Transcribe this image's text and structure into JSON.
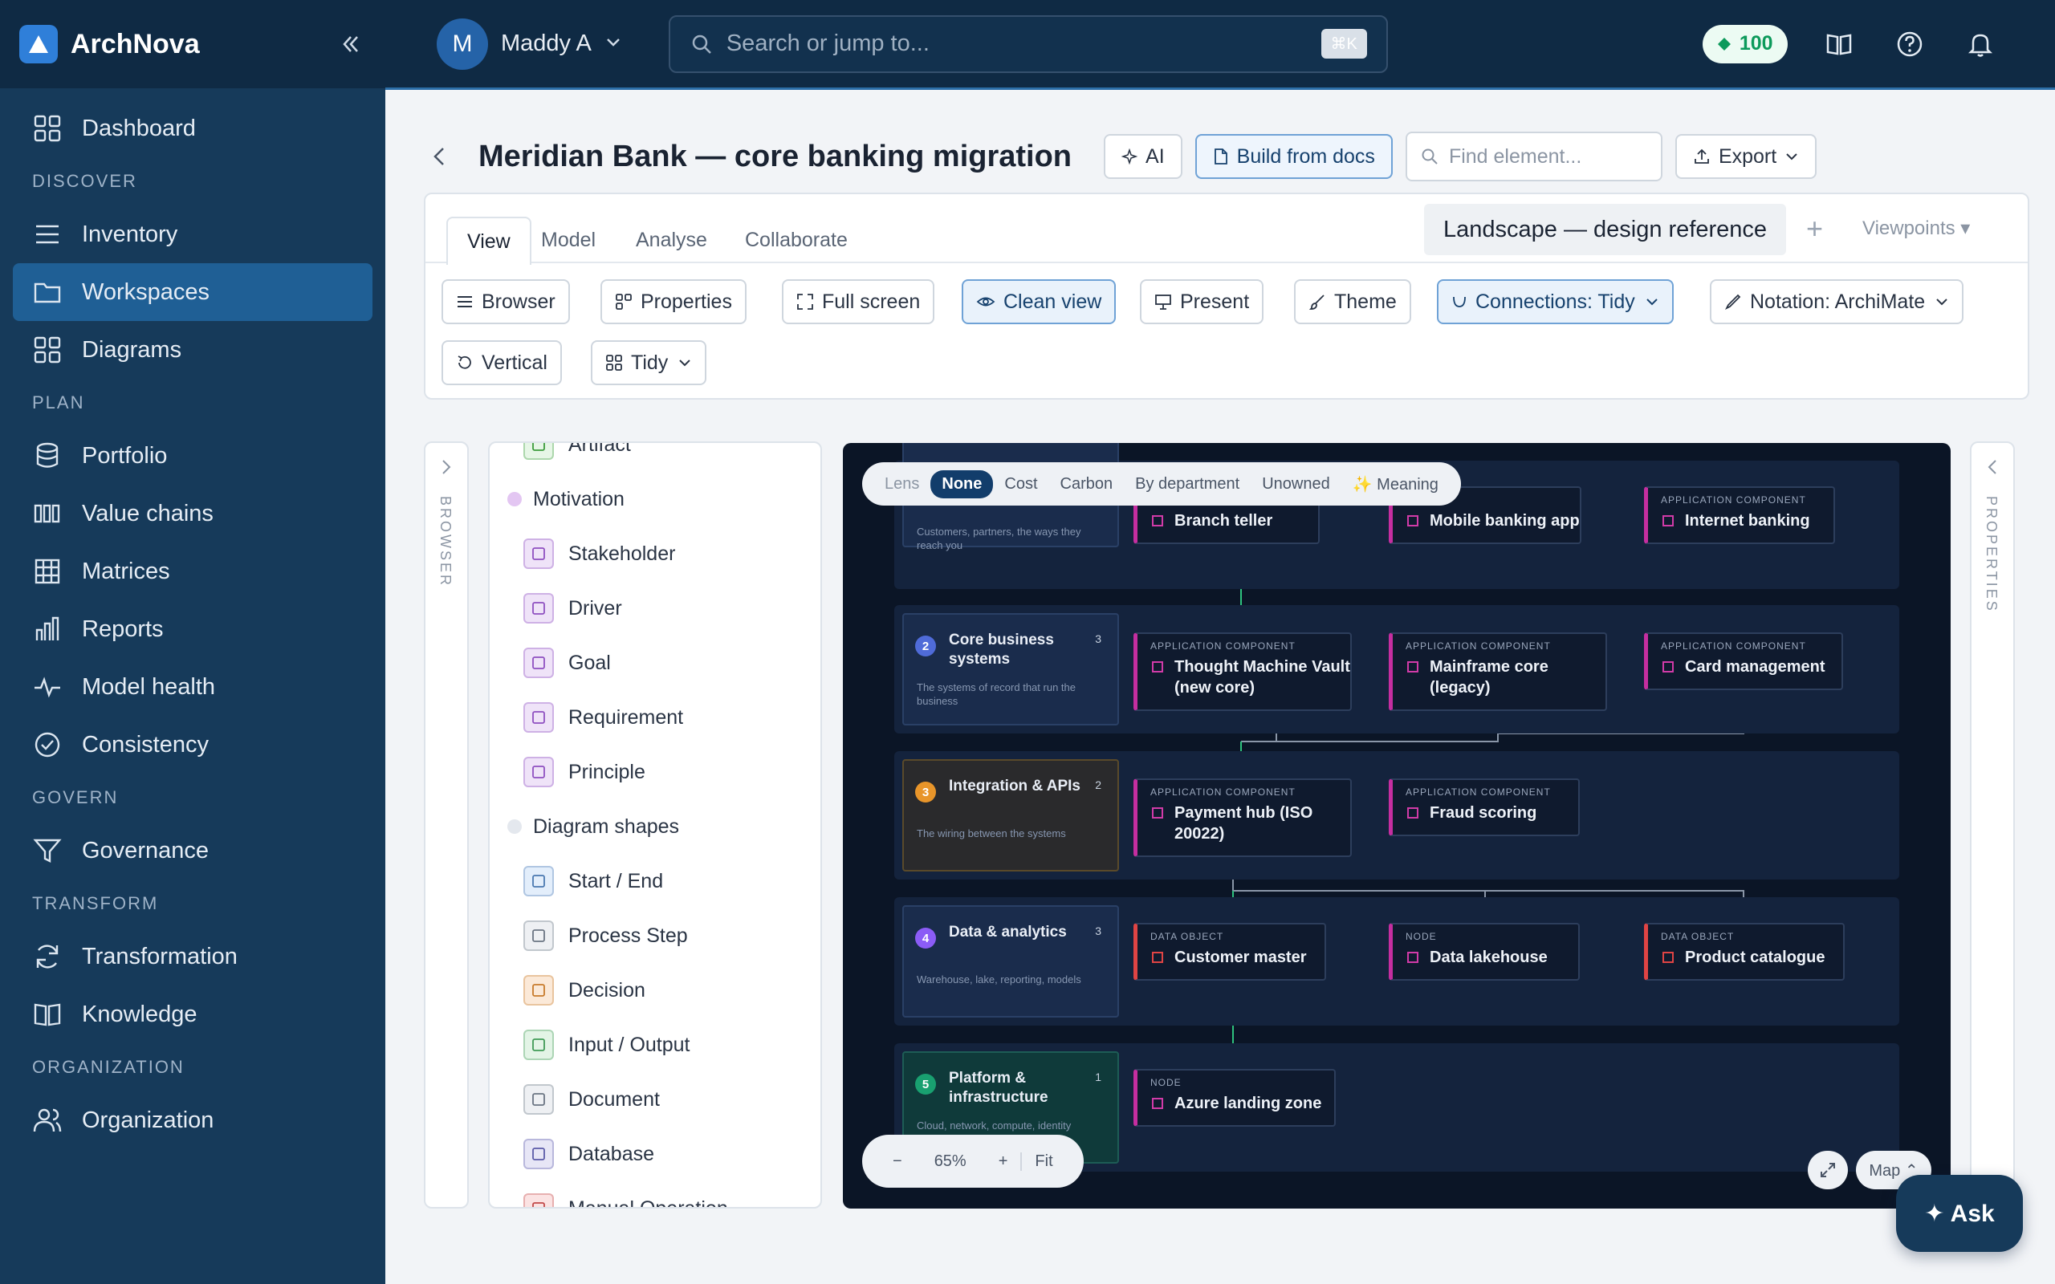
{
  "app": {
    "name": "ArchNova"
  },
  "sidebar": {
    "items": [
      {
        "label": "Dashboard",
        "icon": "dashboard-icon"
      },
      {
        "section": "DISCOVER"
      },
      {
        "label": "Inventory",
        "icon": "list-icon"
      },
      {
        "label": "Workspaces",
        "icon": "folder-icon",
        "active": true
      },
      {
        "label": "Diagrams",
        "icon": "grid-icon"
      },
      {
        "section": "PLAN"
      },
      {
        "label": "Portfolio",
        "icon": "database-icon"
      },
      {
        "label": "Value chains",
        "icon": "value-chain-icon"
      },
      {
        "label": "Matrices",
        "icon": "matrix-icon"
      },
      {
        "label": "Reports",
        "icon": "bar-chart-icon"
      },
      {
        "label": "Model health",
        "icon": "pulse-icon"
      },
      {
        "label": "Consistency",
        "icon": "check-circle-icon"
      },
      {
        "section": "GOVERN"
      },
      {
        "label": "Governance",
        "icon": "funnel-icon"
      },
      {
        "section": "TRANSFORM"
      },
      {
        "label": "Transformation",
        "icon": "refresh-icon"
      },
      {
        "label": "Knowledge",
        "icon": "book-icon"
      },
      {
        "section": "ORGANIZATION"
      },
      {
        "label": "Organization",
        "icon": "users-icon"
      }
    ]
  },
  "topbar": {
    "user_initial": "M",
    "user_name": "Maddy A",
    "search_placeholder": "Search or jump to...",
    "search_shortcut": "⌘K",
    "credits": "100"
  },
  "header": {
    "title": "Meridian Bank — core banking migration",
    "ai_label": "AI",
    "build_label": "Build from docs",
    "find_placeholder": "Find element...",
    "export_label": "Export"
  },
  "tabs": {
    "items": [
      "View",
      "Model",
      "Analyse",
      "Collaborate"
    ],
    "active": "View",
    "view_name": "Landscape — design reference",
    "viewpoints": "Viewpoints ▾"
  },
  "toolbar": {
    "browser": "Browser",
    "properties": "Properties",
    "fullscreen": "Full screen",
    "clean_view": "Clean view",
    "present": "Present",
    "theme": "Theme",
    "connections": "Connections: Tidy",
    "notation": "Notation: ArchiMate",
    "vertical": "Vertical",
    "tidy": "Tidy"
  },
  "rails": {
    "left": "BROWSER",
    "right": "PROPERTIES"
  },
  "palette": {
    "items": [
      {
        "label": "Artifact",
        "type": "item",
        "color": "#e6f6e6",
        "stroke": "#3a9a3a"
      },
      {
        "label": "Motivation",
        "type": "group",
        "color": "#e3c6f2"
      },
      {
        "label": "Stakeholder",
        "type": "item",
        "color": "#efe3f8",
        "stroke": "#8e4fc0"
      },
      {
        "label": "Driver",
        "type": "item",
        "color": "#efe3f8",
        "stroke": "#8e4fc0"
      },
      {
        "label": "Goal",
        "type": "item",
        "color": "#efe3f8",
        "stroke": "#8e4fc0"
      },
      {
        "label": "Requirement",
        "type": "item",
        "color": "#efe3f8",
        "stroke": "#8e4fc0"
      },
      {
        "label": "Principle",
        "type": "item",
        "color": "#efe3f8",
        "stroke": "#8e4fc0"
      },
      {
        "label": "Diagram shapes",
        "type": "group",
        "color": "#e4e8ee"
      },
      {
        "label": "Start / End",
        "type": "item",
        "color": "#e3eefb",
        "stroke": "#4a78b0"
      },
      {
        "label": "Process Step",
        "type": "item",
        "color": "#eef0f3",
        "stroke": "#6a7482"
      },
      {
        "label": "Decision",
        "type": "item",
        "color": "#fbe9d8",
        "stroke": "#c77a2a"
      },
      {
        "label": "Input / Output",
        "type": "item",
        "color": "#e3f4e6",
        "stroke": "#3f9a55"
      },
      {
        "label": "Document",
        "type": "item",
        "color": "#eef0f3",
        "stroke": "#6a7482"
      },
      {
        "label": "Database",
        "type": "item",
        "color": "#e7e6f6",
        "stroke": "#5b5aa8"
      },
      {
        "label": "Manual Operation",
        "type": "item",
        "color": "#fbe3e3",
        "stroke": "#c04848"
      }
    ]
  },
  "canvas": {
    "lens": {
      "label": "Lens",
      "options": [
        "None",
        "Cost",
        "Carbon",
        "By department",
        "Unowned",
        "✨ Meaning"
      ],
      "active": "None"
    },
    "zoom": {
      "minus": "−",
      "level": "65%",
      "plus": "+",
      "fit": "Fit"
    },
    "map_label": "Map ⌃",
    "lanes": [
      {
        "num": "",
        "title": "customers",
        "count": "",
        "desc": "Customers, partners, the ways they reach you",
        "color": "#4f6bd8"
      },
      {
        "num": "2",
        "title": "Core business systems",
        "count": "3",
        "desc": "The systems of record that run the business",
        "color": "#4f6bd8"
      },
      {
        "num": "3",
        "title": "Integration & APIs",
        "count": "2",
        "desc": "The wiring between the systems",
        "color": "#e8952a"
      },
      {
        "num": "4",
        "title": "Data & analytics",
        "count": "3",
        "desc": "Warehouse, lake, reporting, models",
        "color": "#8b5cf6"
      },
      {
        "num": "5",
        "title": "Platform & infrastructure",
        "count": "1",
        "desc": "Cloud, network, compute, identity",
        "color": "#19a070"
      }
    ],
    "nodes": [
      {
        "kind": "",
        "name": "Branch teller"
      },
      {
        "kind": "",
        "name": "Mobile banking app"
      },
      {
        "kind": "APPLICATION COMPONENT",
        "name": "Internet banking"
      },
      {
        "kind": "APPLICATION COMPONENT",
        "name": "Thought Machine Vault (new core)"
      },
      {
        "kind": "APPLICATION COMPONENT",
        "name": "Mainframe core (legacy)"
      },
      {
        "kind": "APPLICATION COMPONENT",
        "name": "Card management"
      },
      {
        "kind": "APPLICATION COMPONENT",
        "name": "Payment hub (ISO 20022)"
      },
      {
        "kind": "APPLICATION COMPONENT",
        "name": "Fraud scoring"
      },
      {
        "kind": "DATA OBJECT",
        "name": "Customer master"
      },
      {
        "kind": "NODE",
        "name": "Data lakehouse"
      },
      {
        "kind": "DATA OBJECT",
        "name": "Product catalogue"
      },
      {
        "kind": "NODE",
        "name": "Azure landing zone"
      }
    ]
  },
  "ask": {
    "label": "✦ Ask"
  },
  "colors": {
    "sidebar": "#163a5a",
    "sidebar_active": "#1f5f95",
    "topbar": "#0f2a44",
    "canvas": "#0b1526",
    "component_accent": "#c52ea0",
    "data_accent": "#e04444",
    "connector": "#2ec27e"
  }
}
